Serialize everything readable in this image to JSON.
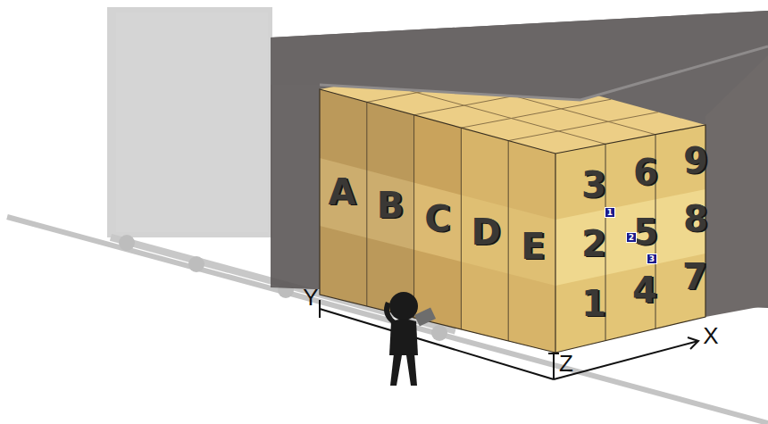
{
  "diagram": {
    "nodes": [
      {
        "text": [
          "A"
        ]
      },
      {
        "text": [
          "B"
        ]
      },
      {
        "text": [
          "C"
        ]
      },
      {
        "text": [
          "D"
        ]
      },
      {
        "text": [
          "E"
        ]
      },
      {
        "text": [
          "3"
        ]
      },
      {
        "text": [
          "6"
        ]
      },
      {
        "text": [
          "9"
        ]
      },
      {
        "text": [
          "2"
        ]
      },
      {
        "text": [
          "5"
        ]
      },
      {
        "text": [
          "8"
        ]
      },
      {
        "text": [
          "1"
        ]
      },
      {
        "text": [
          "4"
        ]
      },
      {
        "text": [
          "7"
        ]
      },
      {
        "text": [
          "1"
        ]
      },
      {
        "text": [
          "2"
        ]
      },
      {
        "text": [
          "3"
        ]
      }
    ],
    "labels": [
      "Y",
      "X",
      "Z"
    ]
  }
}
